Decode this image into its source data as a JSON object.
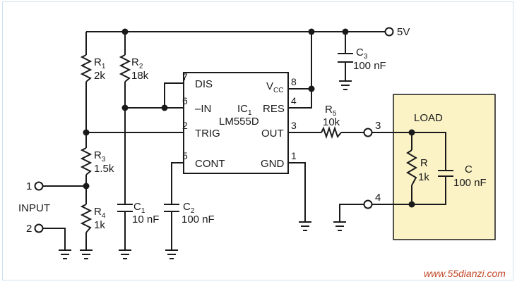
{
  "supply": "5V",
  "ic": {
    "ref": "IC",
    "ref_sub": "1",
    "part": "LM555D",
    "pins": {
      "dis": "DIS",
      "nin": "–IN",
      "trig": "TRIG",
      "cont": "CONT",
      "vcc": "V",
      "vcc_sub": "CC",
      "res": "RES",
      "out": "OUT",
      "gnd": "GND"
    },
    "pin_numbers": {
      "dis": "7",
      "nin": "6",
      "trig": "2",
      "cont": "5",
      "vcc": "8",
      "res": "4",
      "out": "3",
      "gnd": "1"
    }
  },
  "components": {
    "r1": {
      "ref": "R",
      "sub": "1",
      "value": "2k"
    },
    "r2": {
      "ref": "R",
      "sub": "2",
      "value": "18k"
    },
    "r3": {
      "ref": "R",
      "sub": "3",
      "value": "1.5k"
    },
    "r4": {
      "ref": "R",
      "sub": "4",
      "value": "1k"
    },
    "r5": {
      "ref": "R",
      "sub": "5",
      "value": "10k"
    },
    "c1": {
      "ref": "C",
      "sub": "1",
      "value": "10 nF"
    },
    "c2": {
      "ref": "C",
      "sub": "2",
      "value": "100 nF"
    },
    "c3": {
      "ref": "C",
      "sub": "3",
      "value": "100 nF"
    }
  },
  "input": {
    "label": "INPUT",
    "terminal1": "1",
    "terminal2": "2"
  },
  "load": {
    "title": "LOAD",
    "r_ref": "R",
    "r_value": "1k",
    "c_ref": "C",
    "c_value": "100 nF",
    "terminal3": "3",
    "terminal4": "4",
    "fill": "#fbf3c6"
  },
  "watermark": "www.55dianzi.com"
}
